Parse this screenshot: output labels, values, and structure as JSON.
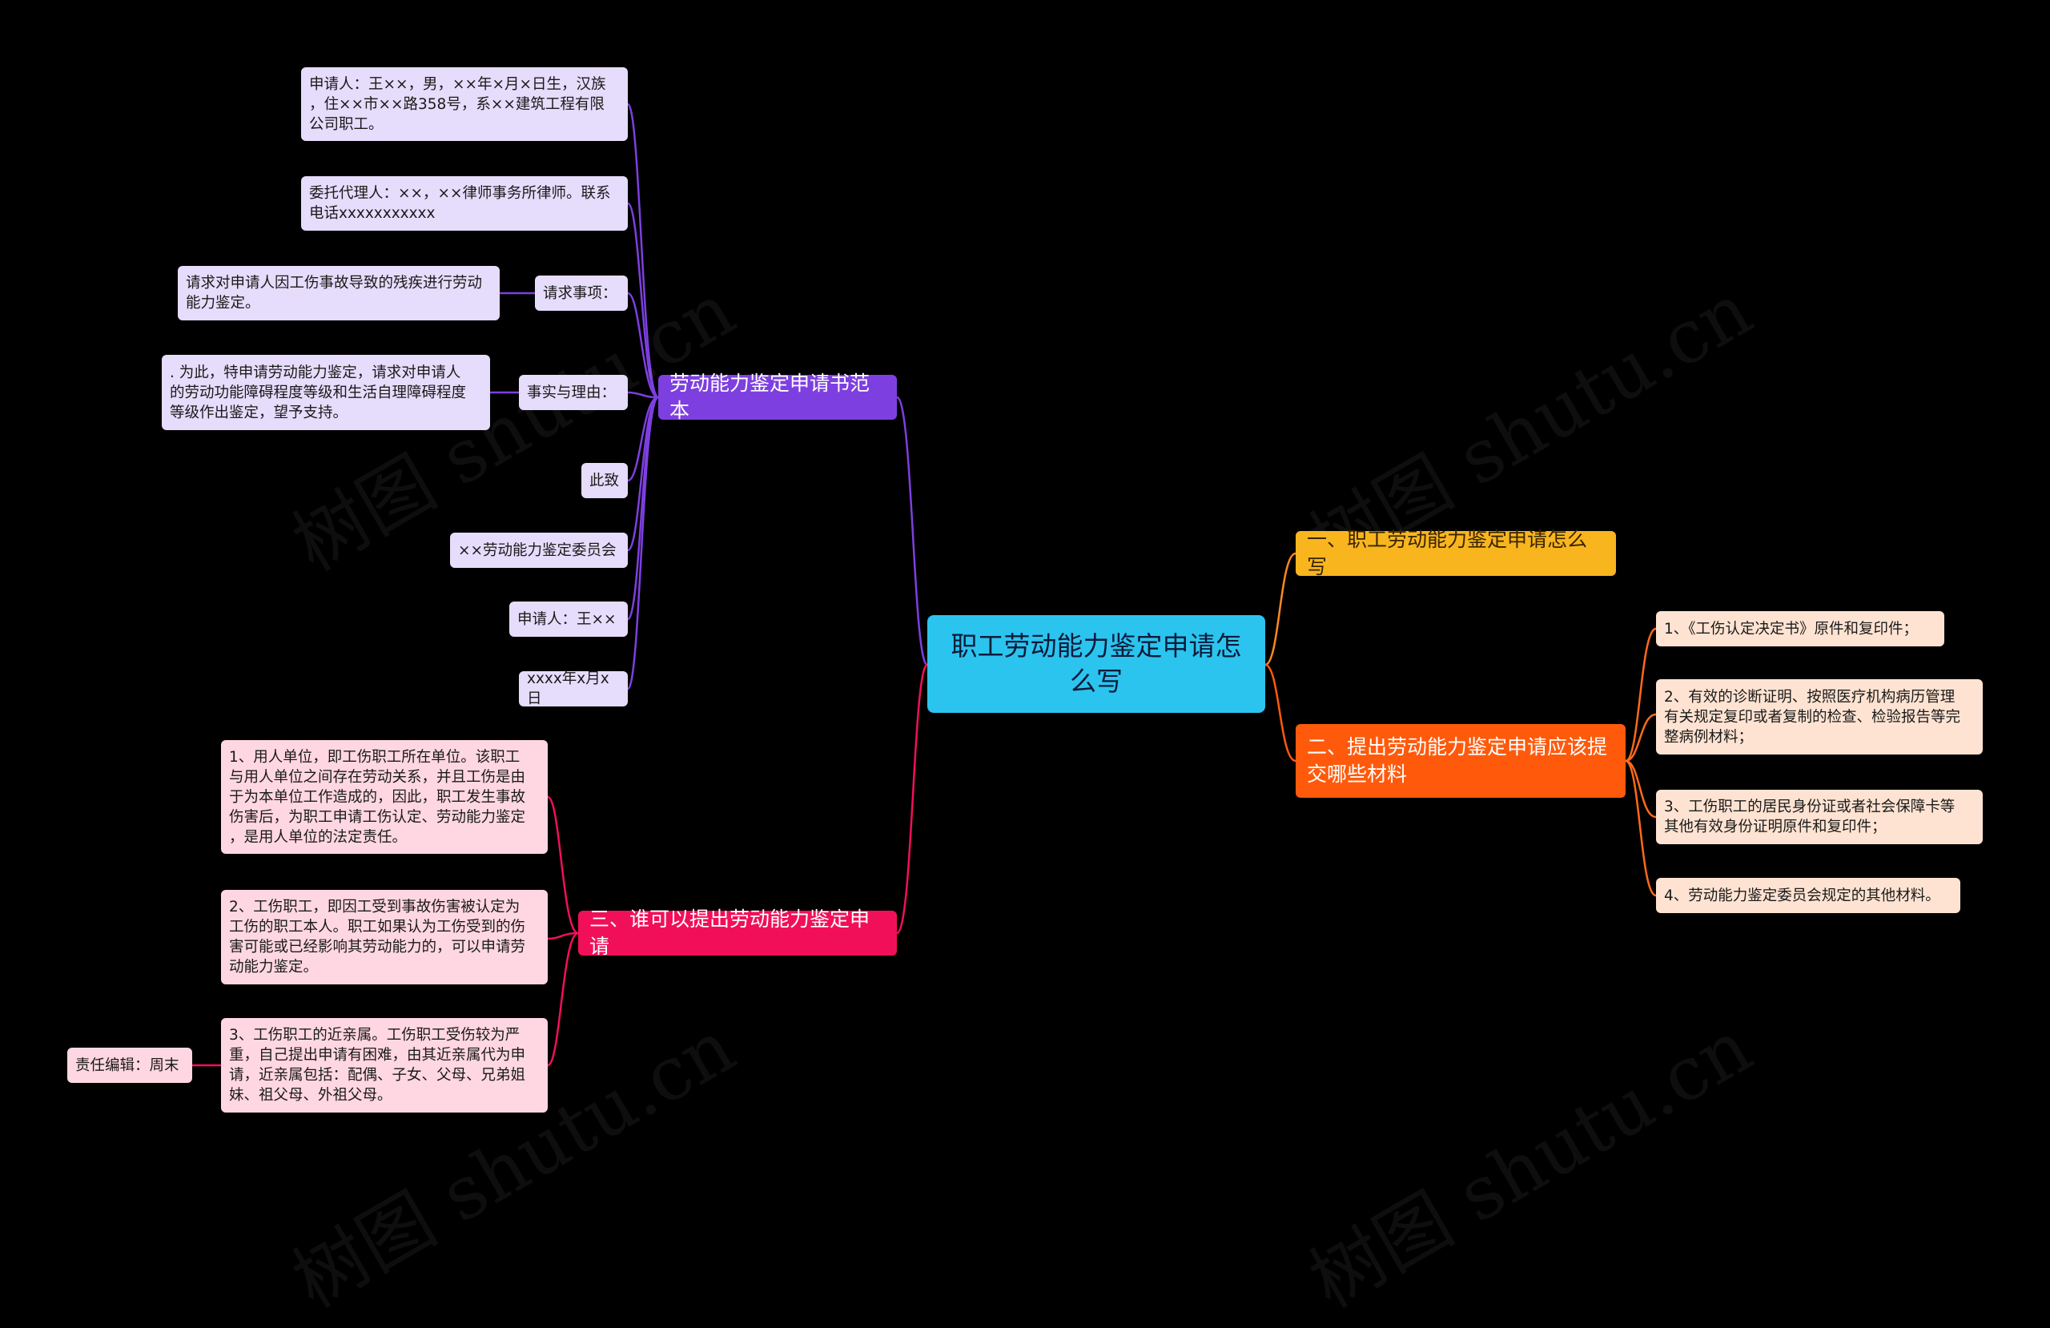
{
  "root": {
    "text": "职工劳动能力鉴定申请怎\n么写"
  },
  "branches": {
    "b1": {
      "text": "一、职工劳动能力鉴定申请怎么写"
    },
    "b2": {
      "text": "二、提出劳动能力鉴定申请应该提\n交哪些材料",
      "items": [
        "1、《工伤认定决定书》原件和复印件；",
        "2、有效的诊断证明、按照医疗机构病历管理\n有关规定复印或者复制的检查、检验报告等完\n整病例材料；",
        "3、工伤职工的居民身份证或者社会保障卡等\n其他有效身份证明原件和复印件；",
        "4、劳动能力鉴定委员会规定的其他材料。"
      ]
    },
    "b3": {
      "text": "劳动能力鉴定申请书范本",
      "items": [
        "申请人：王××，男，××年×月×日生，汉族\n，住××市××路358号，系××建筑工程有限\n公司职工。",
        "委托代理人：××，××律师事务所律师。联系\n电话xxxxxxxxxxx",
        "请求事项：",
        "事实与理由：",
        "此致",
        "××劳动能力鉴定委员会",
        "申请人：王××",
        "xxxx年x月x日"
      ],
      "sub": {
        "request": "请求对申请人因工伤事故导致的残疾进行劳动\n能力鉴定。",
        "reason": ". 为此，特申请劳动能力鉴定，请求对申请人\n的劳动功能障碍程度等级和生活自理障碍程度\n等级作出鉴定，望予支持。"
      }
    },
    "b4": {
      "text": "三、谁可以提出劳动能力鉴定申请",
      "items": [
        "1、用人单位，即工伤职工所在单位。该职工\n与用人单位之间存在劳动关系，并且工伤是由\n于为本单位工作造成的，因此，职工发生事故\n伤害后，为职工申请工伤认定、劳动能力鉴定\n，是用人单位的法定责任。",
        "2、工伤职工，即因工受到事故伤害被认定为\n工伤的职工本人。职工如果认为工伤受到的伤\n害可能或已经影响其劳动能力的，可以申请劳\n动能力鉴定。",
        "3、工伤职工的近亲属。工伤职工受伤较为严\n重，自己提出申请有困难，由其近亲属代为申\n请，近亲属包括：配偶、子女、父母、兄弟姐\n妹、祖父母、外祖父母。"
      ],
      "editor": "责任编辑：周末"
    }
  },
  "watermark": "树图 shutu.cn",
  "colors": {
    "root": "#2bc4ee",
    "yellow": "#f8b51e",
    "orange": "#ff5a0c",
    "purple": "#7e3fe0",
    "pink": "#f20f5a",
    "peach": "#ffe3d2",
    "lavender": "#e6dcfb",
    "rose": "#ffd7e2"
  }
}
